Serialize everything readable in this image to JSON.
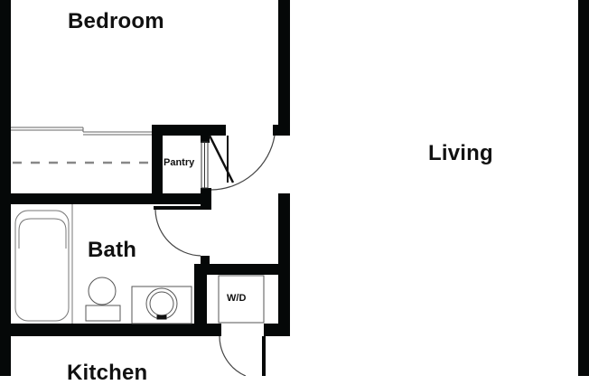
{
  "floor_plan": {
    "rooms": [
      {
        "id": "bedroom",
        "label": "Bedroom"
      },
      {
        "id": "living",
        "label": "Living"
      },
      {
        "id": "pantry",
        "label": "Pantry"
      },
      {
        "id": "bath",
        "label": "Bath"
      },
      {
        "id": "washer_dryer",
        "label": "W/D"
      },
      {
        "id": "kitchen",
        "label": "Kitchen"
      }
    ],
    "fixtures": [
      "bathtub",
      "toilet",
      "sink-vanity",
      "washer-dryer",
      "closet-rod",
      "pantry-door",
      "bedroom-door",
      "bath-door",
      "kitchen-door"
    ],
    "colors": {
      "wall": "#050808",
      "background": "#ffffff",
      "fixture_line": "#555555"
    }
  }
}
